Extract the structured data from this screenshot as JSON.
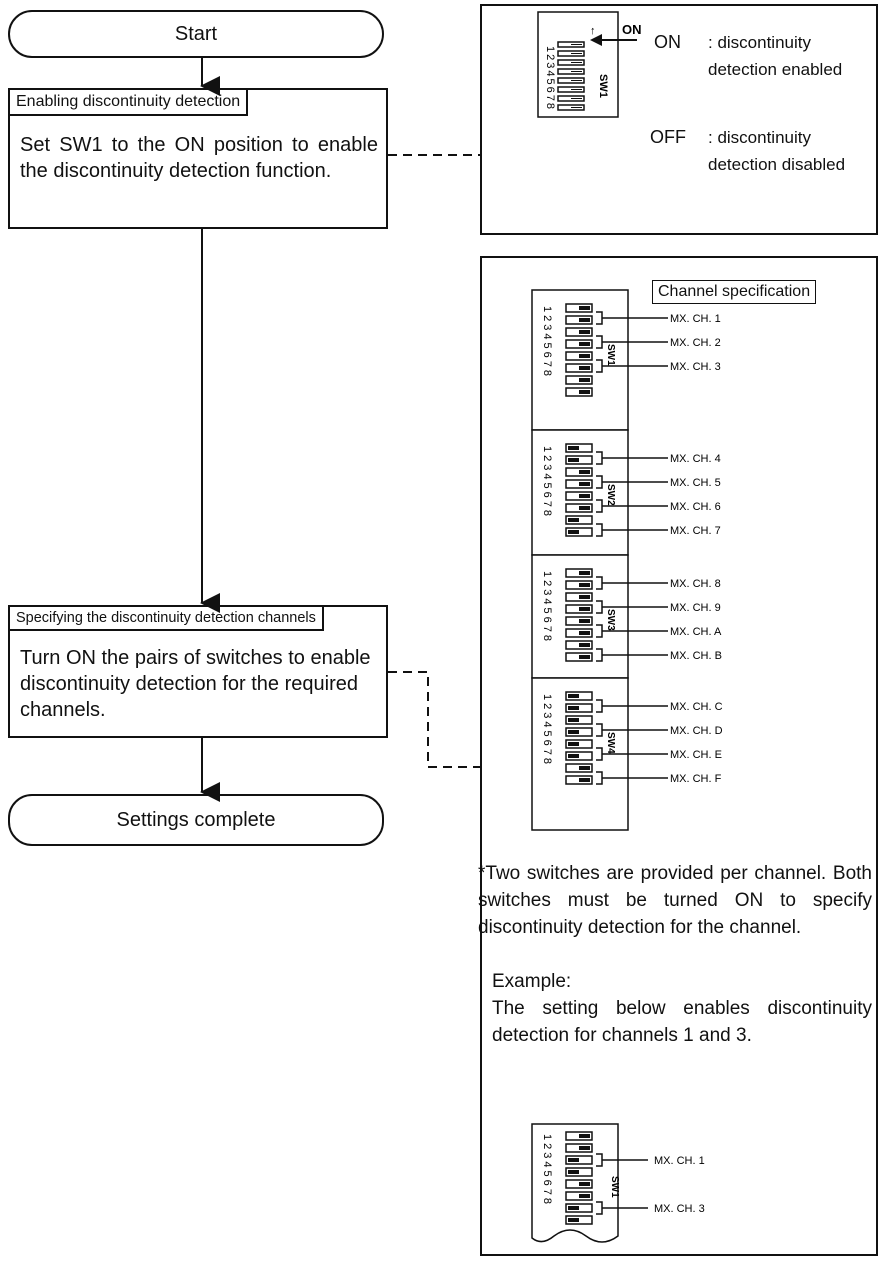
{
  "flow": {
    "start": "Start",
    "step1_title": "Enabling discontinuity detection",
    "step1_body": "Set SW1 to the ON position to enable the discontinuity detection function.",
    "step2_title": "Specifying the discontinuity detection channels",
    "step2_body": "Turn ON the pairs of switches to enable discontinuity detection for the required channels.",
    "end": "Settings complete"
  },
  "panel1": {
    "switch_name": "SW1",
    "on_mark": "ON",
    "numbers": "12345678",
    "on_label": "ON",
    "on_desc": ": discontinuity detection enabled",
    "off_label": "OFF",
    "off_desc": ": discontinuity detection disabled"
  },
  "panel2": {
    "heading": "Channel specification",
    "switches": [
      {
        "name": "SW1",
        "channels": [
          "MX. CH. 1",
          "MX. CH. 2",
          "MX. CH. 3"
        ]
      },
      {
        "name": "SW2",
        "channels": [
          "MX. CH. 4",
          "MX. CH. 5",
          "MX. CH. 6",
          "MX. CH. 7"
        ]
      },
      {
        "name": "SW3",
        "channels": [
          "MX. CH. 8",
          "MX. CH. 9",
          "MX. CH. A",
          "MX. CH. B"
        ]
      },
      {
        "name": "SW4",
        "channels": [
          "MX. CH. C",
          "MX. CH. D",
          "MX. CH. E",
          "MX. CH. F"
        ]
      }
    ],
    "note": "*Two switches are provided per channel. Both switches must be turned ON to specify discontinuity detection for the channel.",
    "example_label": "Example:",
    "example_text": "The setting below enables discontinuity detection for channels 1 and 3.",
    "example_switch": {
      "name": "SW1",
      "channels": [
        "MX. CH. 1",
        "MX. CH. 3"
      ]
    }
  },
  "numbers": "12345678"
}
